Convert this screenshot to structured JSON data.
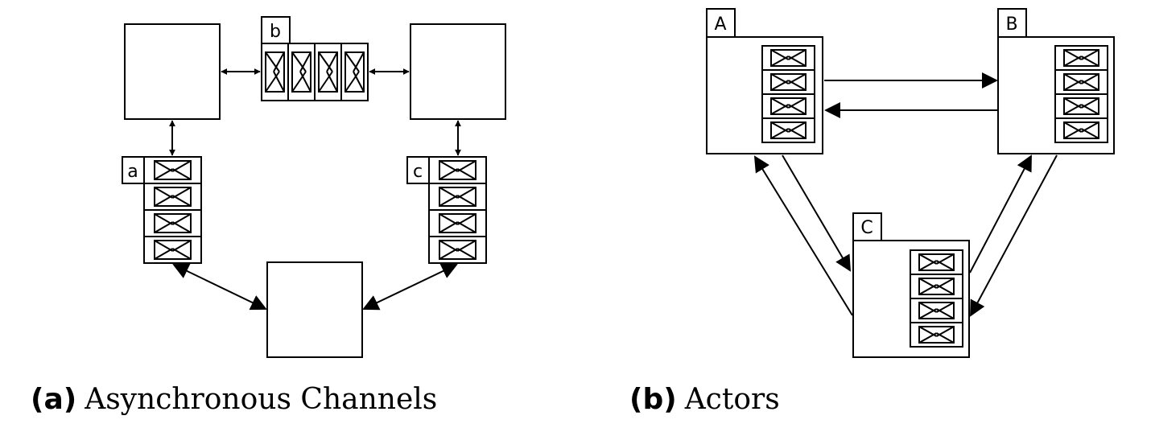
{
  "panel_a": {
    "caption_label": "(a)",
    "caption_text": "Asynchronous Channels",
    "channels": [
      {
        "id": "a",
        "label": "a",
        "messages": 4
      },
      {
        "id": "b",
        "label": "b",
        "messages": 4
      },
      {
        "id": "c",
        "label": "c",
        "messages": 4
      }
    ]
  },
  "panel_b": {
    "caption_label": "(b)",
    "caption_text": "Actors",
    "actors": [
      {
        "id": "A",
        "label": "A",
        "messages": 4
      },
      {
        "id": "B",
        "label": "B",
        "messages": 4
      },
      {
        "id": "C",
        "label": "C",
        "messages": 4
      }
    ]
  }
}
